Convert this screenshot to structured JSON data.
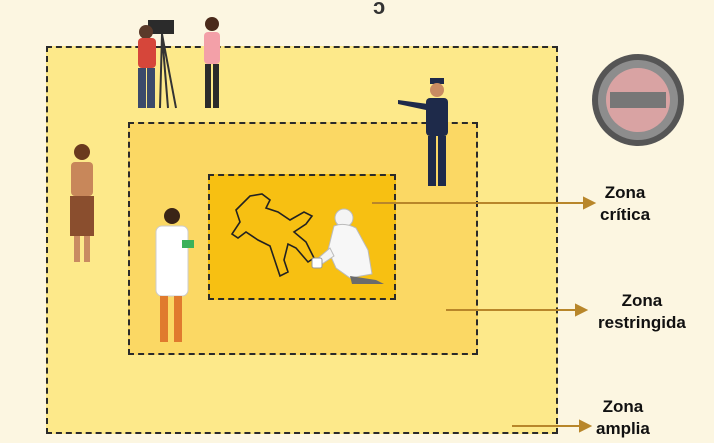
{
  "header_fragment": "ɔ",
  "labels": {
    "critical": [
      "Zona",
      "crítica"
    ],
    "restricted": [
      "Zona",
      "restringida"
    ],
    "wide": [
      "Zona",
      "amplia"
    ]
  },
  "colors": {
    "wide": "#fde98a",
    "restricted": "#fbd864",
    "critical": "#f7c012",
    "arrow": "#b8862a",
    "dashed_border": "#2a2a2a"
  },
  "icons": [
    "camera-operator-icon",
    "reporter-icon",
    "police-officer-icon",
    "bystander-icon",
    "medical-examiner-icon",
    "forensic-investigator-icon",
    "body-outline-icon",
    "forensic-emblem-icon"
  ]
}
